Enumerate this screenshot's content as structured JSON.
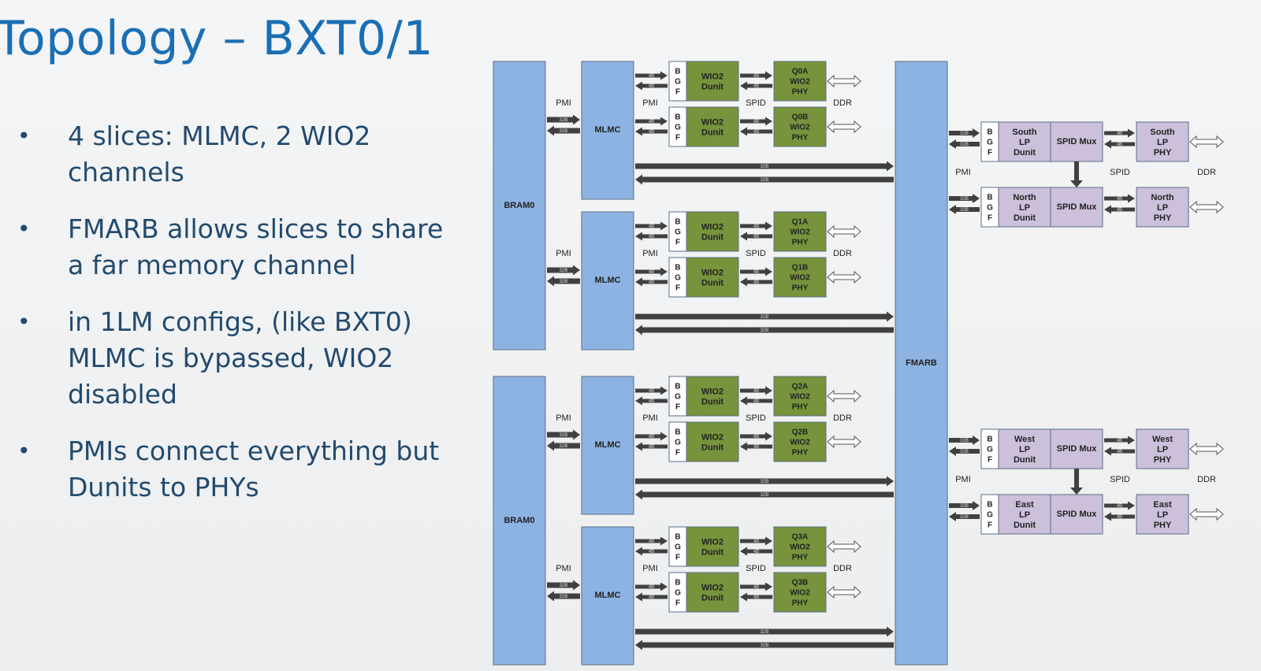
{
  "slide": {
    "title": "Topology – BXT0/1",
    "bullets": [
      "4 slices: MLMC, 2 WIO2 channels",
      "FMARB allows slices to share a far memory channel",
      "in 1LM configs, (like BXT0) MLMC is bypassed, WIO2 disabled",
      "PMIs connect everything but Dunits to PHYs"
    ]
  },
  "diagram": {
    "colors": {
      "block_blue": "#8db3e2",
      "dunit_green": "#77933c",
      "phy_green": "#77933c",
      "lp_purple": "#ccc0da",
      "bgf_white": "#ffffff",
      "arrow": "#404040"
    },
    "bram_label": "BRAM0",
    "mlmc_label": "MLMC",
    "fmarb_label": "FMARB",
    "bgf_label": "B G F",
    "wio2_dunit_label": "WIO2 Dunit",
    "pmi_label": "PMI",
    "spid_label": "SPID",
    "ddr_label": "DDR",
    "bus_label": "32B",
    "small_bus_label": "4B",
    "phys": [
      "Q0A WIO2 PHY",
      "Q0B WIO2 PHY",
      "Q1A WIO2 PHY",
      "Q1B WIO2 PHY",
      "Q2A WIO2 PHY",
      "Q2B WIO2 PHY",
      "Q3A WIO2 PHY",
      "Q3B WIO2 PHY"
    ],
    "lp_dunits": [
      "South LP Dunit",
      "North LP Dunit",
      "West LP Dunit",
      "East LP Dunit"
    ],
    "spid_mux_label": "SPID Mux",
    "lp_phys": [
      "South LP PHY",
      "North LP PHY",
      "West LP PHY",
      "East LP PHY"
    ]
  }
}
